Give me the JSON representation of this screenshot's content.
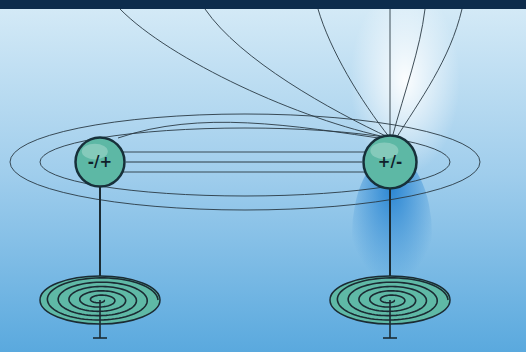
{
  "diagram": {
    "nodes": [
      {
        "text": [
          "-/+"
        ]
      },
      {
        "text": [
          "+/-"
        ]
      }
    ],
    "edges": [
      {
        "from": 0,
        "to": 1,
        "arrow": "none"
      }
    ]
  }
}
